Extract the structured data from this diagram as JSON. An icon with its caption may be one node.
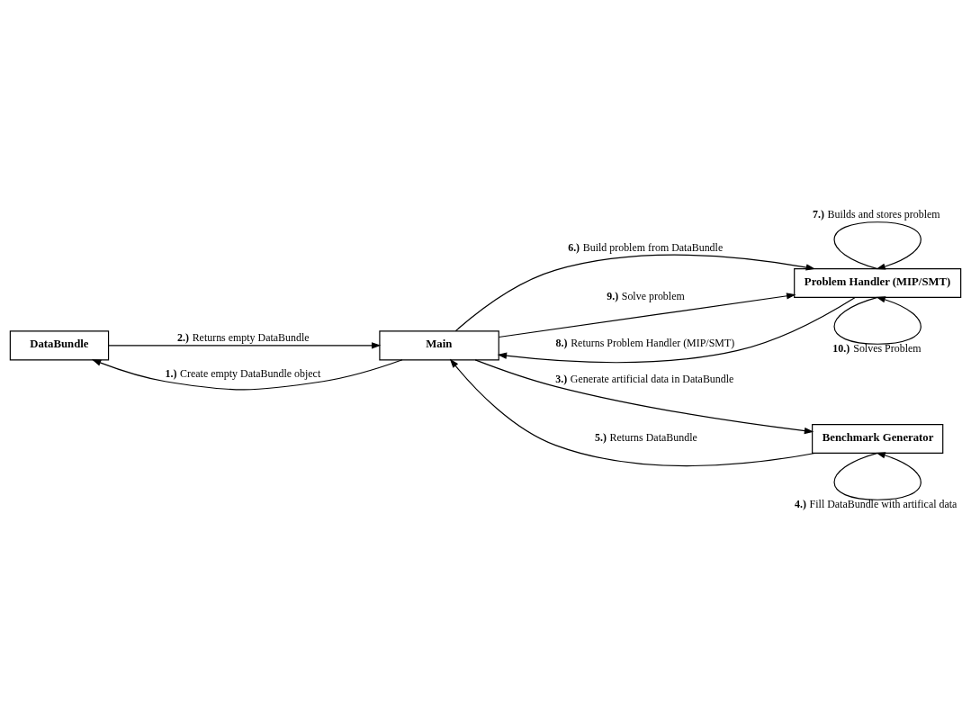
{
  "diagram": {
    "nodes": [
      {
        "text": [
          "DataBundle"
        ]
      },
      {
        "text": [
          "Main"
        ]
      },
      {
        "text": [
          "Problem Handler (MIP/SMT)"
        ]
      },
      {
        "text": [
          "Benchmark Generator"
        ]
      }
    ],
    "edges": [
      {
        "from": 1,
        "to": 0,
        "arrow": "to",
        "label": "**1.)** Create empty DataBundle object"
      },
      {
        "from": 0,
        "to": 1,
        "arrow": "to",
        "label": "**2.)** Returns empty DataBundle"
      },
      {
        "from": 1,
        "to": 3,
        "arrow": "to",
        "label": "**3.)** Generate artificial data in DataBundle"
      },
      {
        "from": 3,
        "to": 3,
        "arrow": "to",
        "label": "**4.)** Fill DataBundle with artifical data"
      },
      {
        "from": 3,
        "to": 1,
        "arrow": "to",
        "label": "**5.)** Returns DataBundle"
      },
      {
        "from": 1,
        "to": 2,
        "arrow": "to",
        "label": "**6.)** Build problem from DataBundle"
      },
      {
        "from": 2,
        "to": 2,
        "arrow": "to",
        "label": "**7.)** Builds and stores problem"
      },
      {
        "from": 2,
        "to": 1,
        "arrow": "to",
        "label": "**8.)** Returns Problem Handler (MIP/SMT)"
      },
      {
        "from": 1,
        "to": 2,
        "arrow": "to",
        "label": "**9.)** Solve problem"
      },
      {
        "from": 2,
        "to": 2,
        "arrow": "to",
        "label": "**10.)** Solves Problem"
      }
    ]
  }
}
